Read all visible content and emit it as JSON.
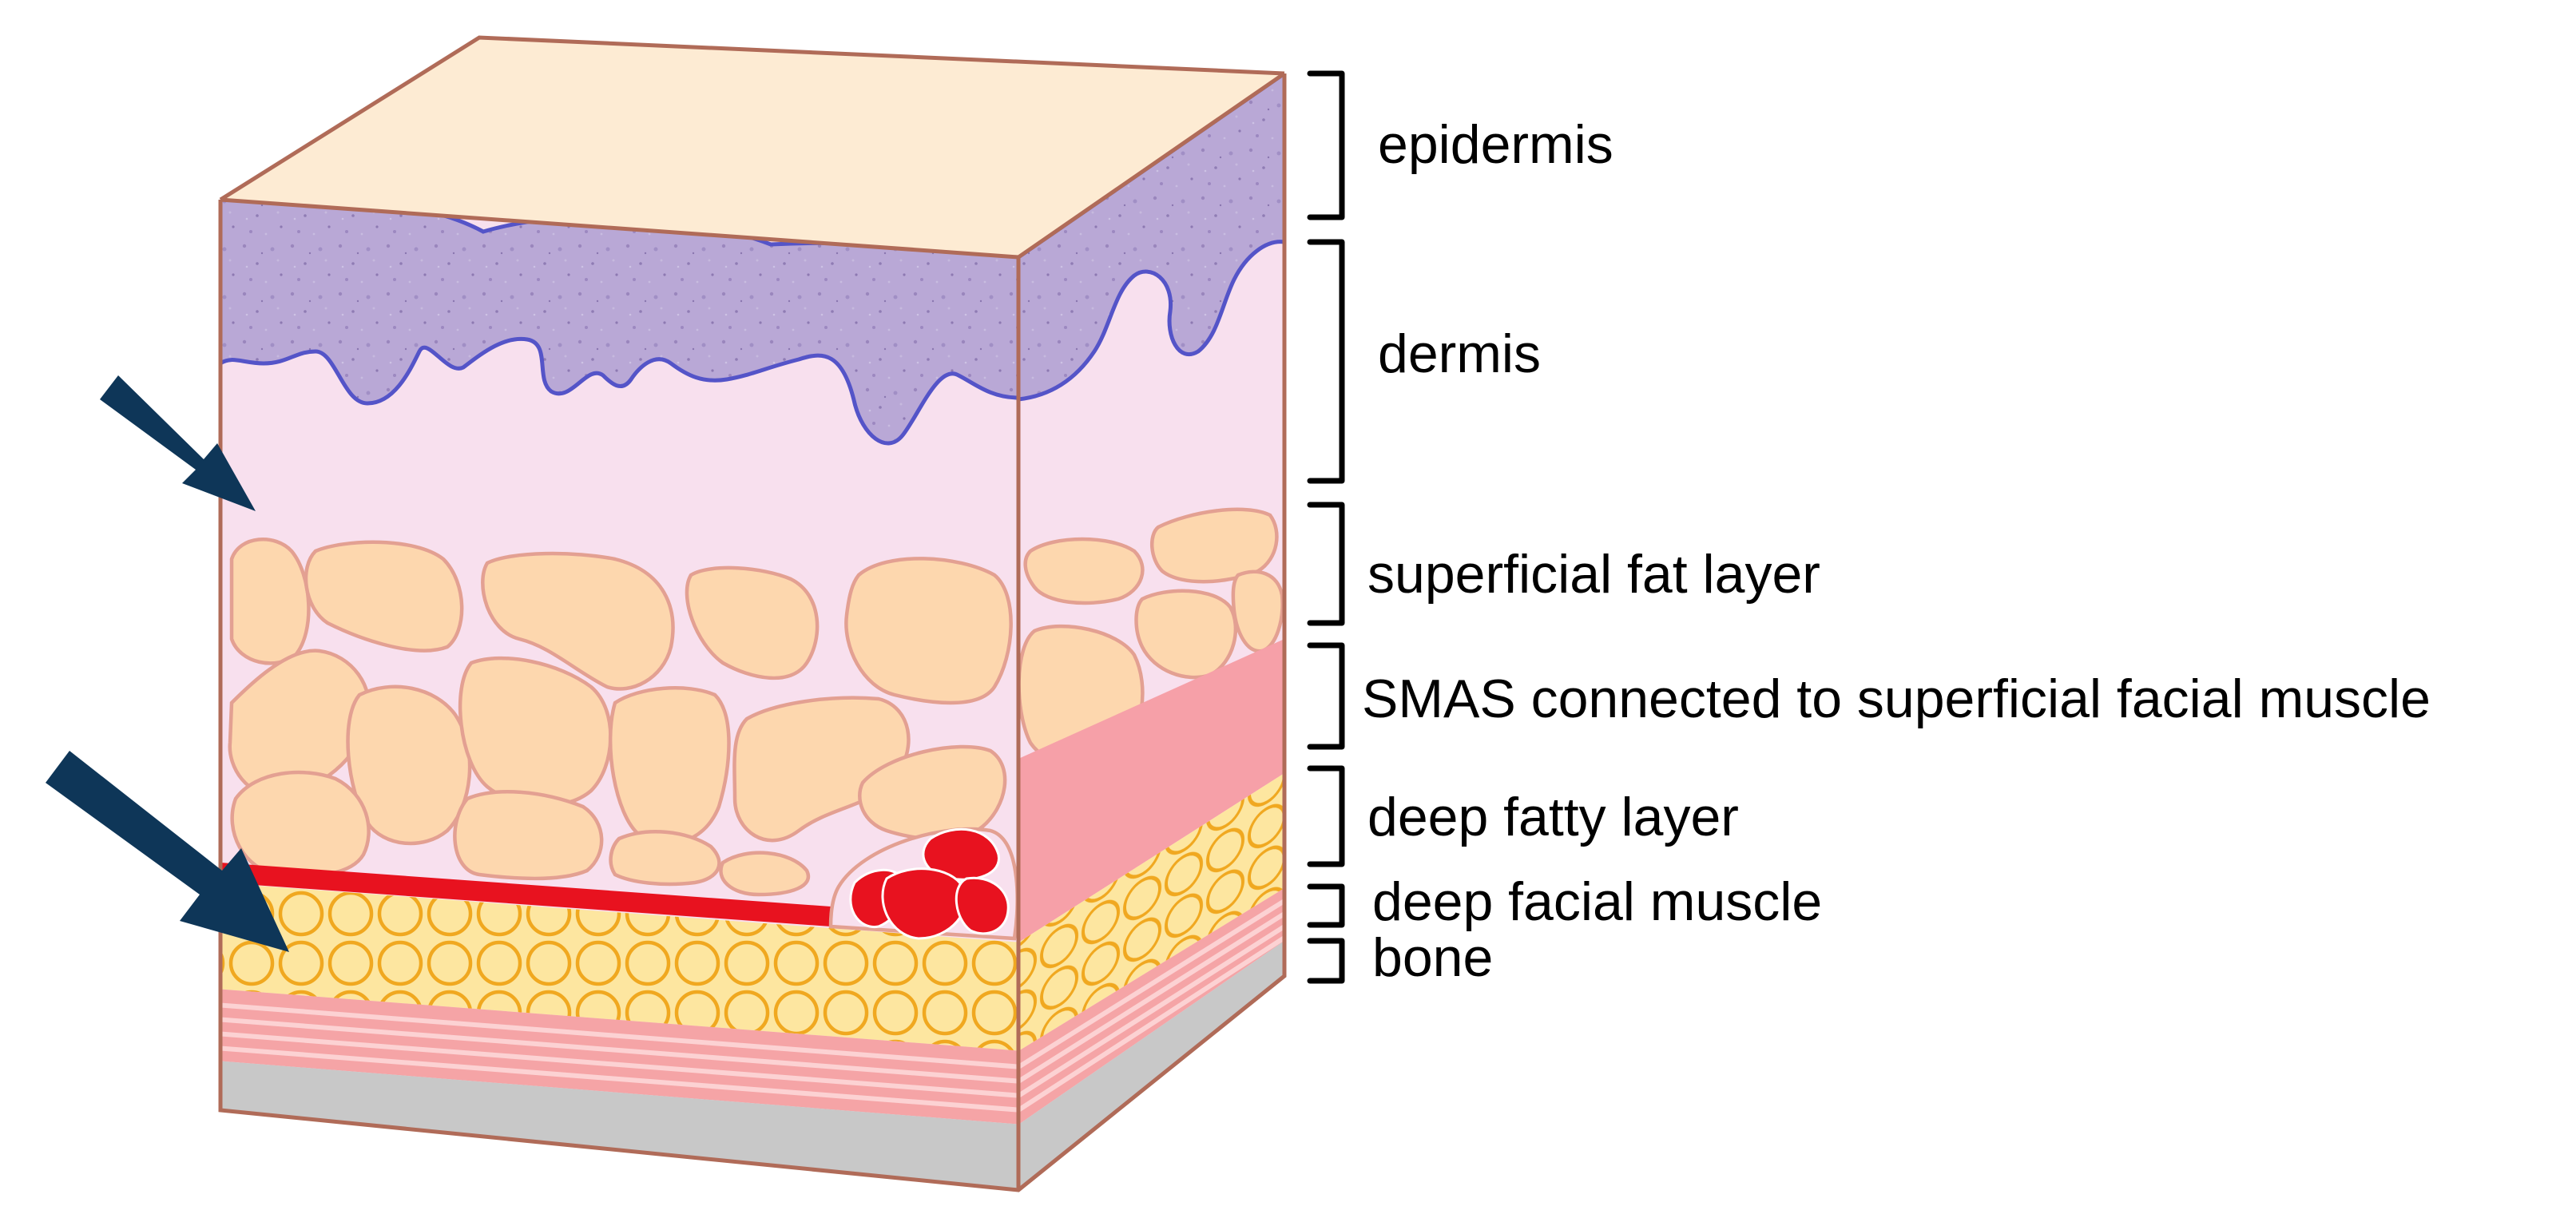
{
  "labels": {
    "epidermis": "epidermis",
    "dermis": "dermis",
    "superficial_fat": "superficial fat layer",
    "smas": "SMAS connected to superficial facial muscle",
    "deep_fat": "deep fatty layer",
    "deep_muscle": "deep facial muscle",
    "bone": "bone"
  },
  "colors": {
    "skin_top": "#fdebd3",
    "epidermis_fill": "#b9a8d6",
    "epidermis_border": "#5454c8",
    "dermis": "#f8e0ee",
    "fat_lobule": "#fdd7ae",
    "fat_border": "#e3a092",
    "smas": "#f6a0a8",
    "vessel": "#e8121f",
    "deep_fat": "#fde6a0",
    "deep_fat_circle": "#f0a820",
    "muscle": "#f5a4a6",
    "muscle_stripe": "#fcd2d3",
    "bone": "#c8c8c8",
    "outline": "#b06b58",
    "arrow": "#0e3658"
  },
  "icons": [
    "diagonal-arrow-icon",
    "diagonal-arrow-icon"
  ]
}
